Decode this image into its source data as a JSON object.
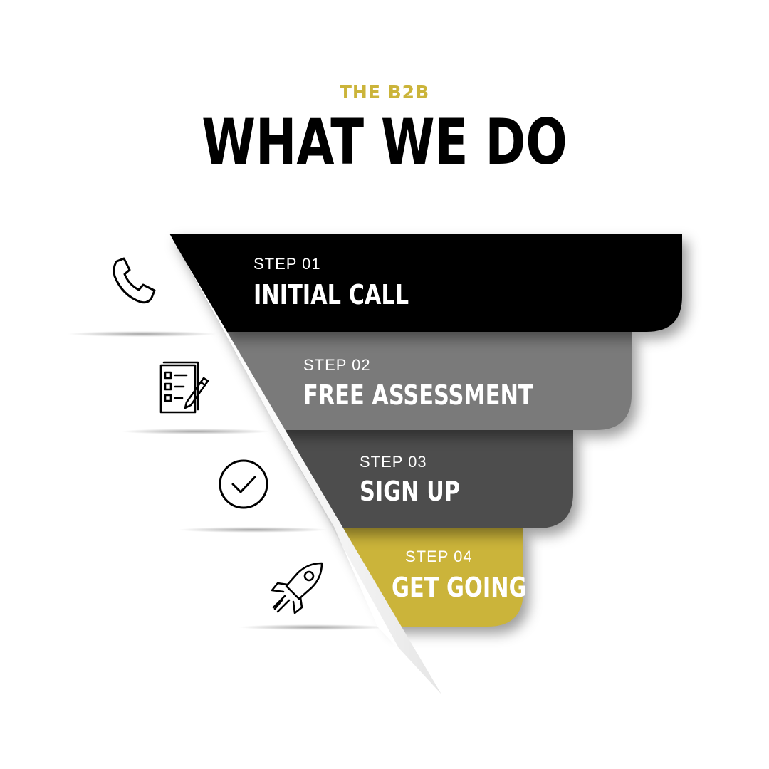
{
  "header": {
    "kicker": "THE B2B",
    "title": "WHAT WE DO"
  },
  "colors": {
    "accent": "#cbb43a",
    "step1": "#000000",
    "step2": "#7a7a7a",
    "step3": "#4d4d4d",
    "step4": "#cbb43a",
    "background": "#ffffff"
  },
  "steps": [
    {
      "label": "STEP 01",
      "name": "INITIAL CALL",
      "icon": "phone-icon"
    },
    {
      "label": "STEP 02",
      "name": "FREE ASSESSMENT",
      "icon": "checklist-pencil-icon"
    },
    {
      "label": "STEP 03",
      "name": "SIGN UP",
      "icon": "check-circle-icon"
    },
    {
      "label": "STEP 04",
      "name": "GET GOING",
      "icon": "rocket-icon"
    }
  ]
}
